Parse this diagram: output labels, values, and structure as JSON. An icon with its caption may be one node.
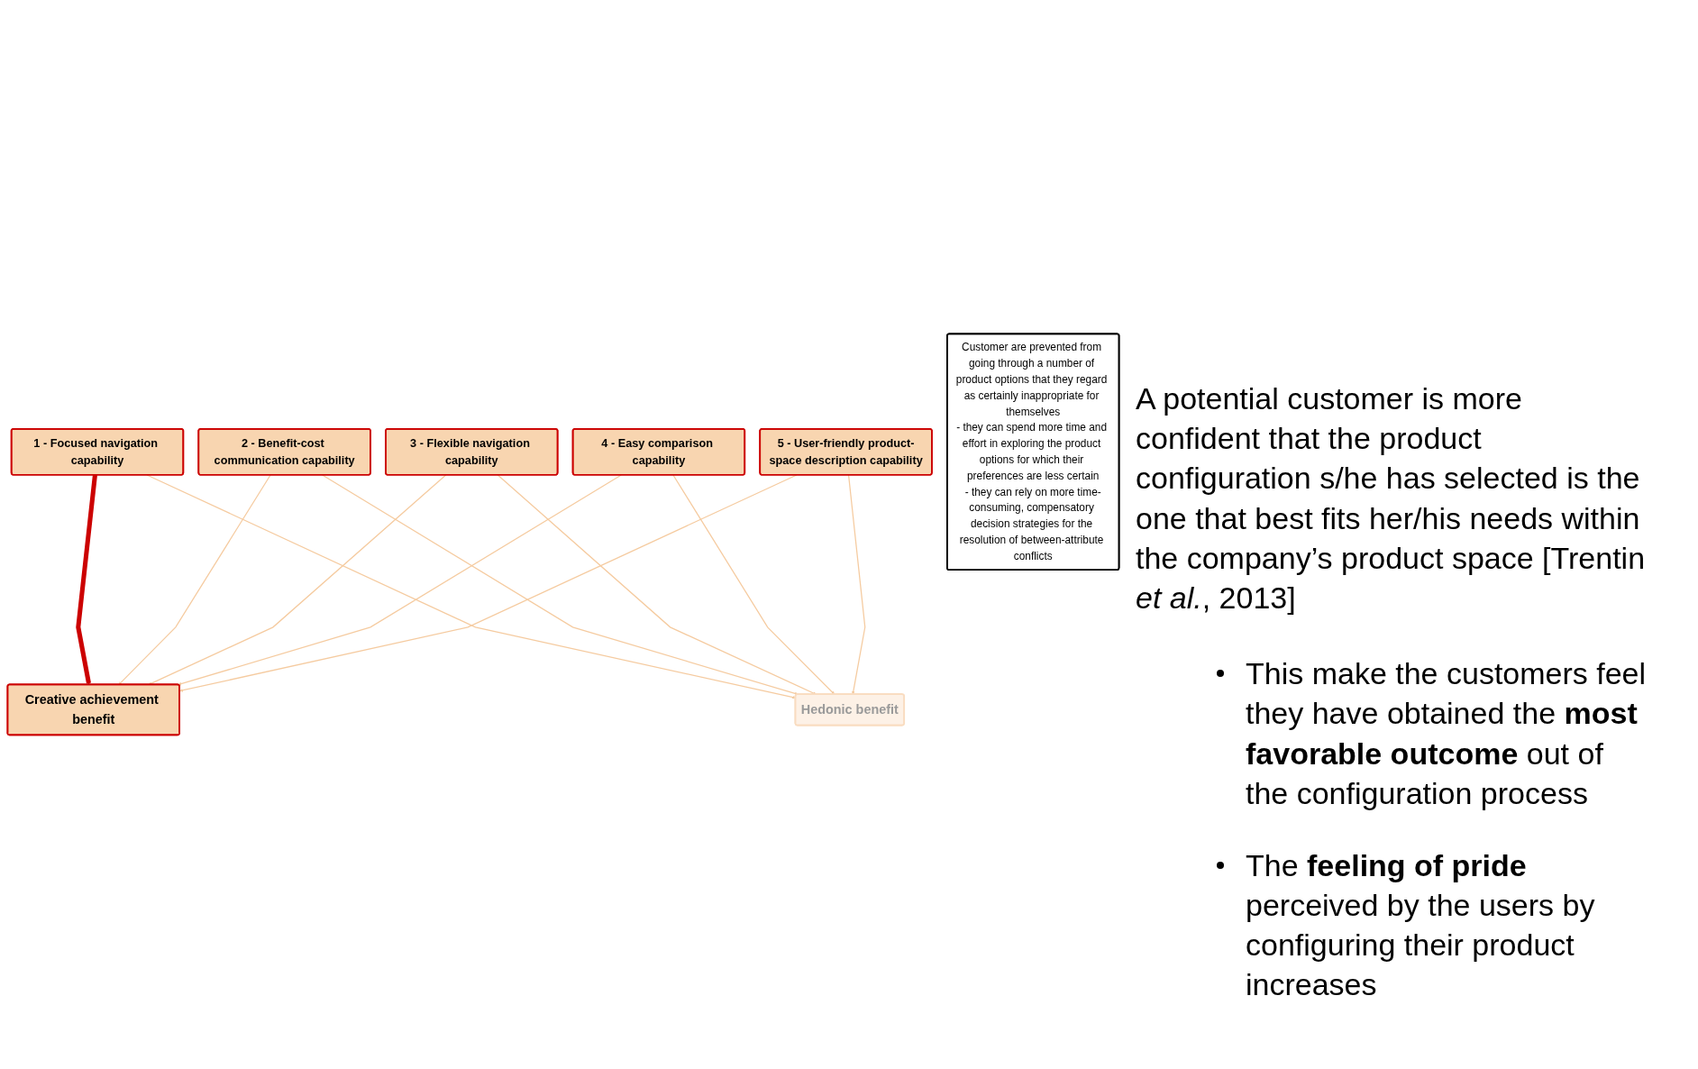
{
  "diagram": {
    "nodes": [
      {
        "text": [
          "1 - Focused navigation capability"
        ]
      },
      {
        "text": [
          "2 - Benefit-cost communication capability"
        ]
      },
      {
        "text": [
          "3 - Flexible navigation capability"
        ]
      },
      {
        "text": [
          "4 - Easy comparison capability"
        ]
      },
      {
        "text": [
          "5 - User-friendly product-space description capability"
        ]
      },
      {
        "text": [
          "Creative achievement benefit"
        ]
      },
      {
        "text": [
          "Hedonic benefit"
        ]
      },
      {
        "text": [
          "Customer are prevented from going through a number of product options that they regard as certainly inappropriate for themselves",
          "- they can spend more time and effort in exploring the product options for which their preferences are less certain",
          "- they can rely on more time-consuming, compensatory decision strategies for the resolution of between-attribute conflicts"
        ]
      }
    ],
    "edges": [
      {
        "from": 0,
        "to": 5,
        "arrow": "to",
        "style": "thick",
        "color": "#cc0000"
      },
      {
        "from": 0,
        "to": 6,
        "arrow": "to"
      },
      {
        "from": 1,
        "to": 5,
        "arrow": "to"
      },
      {
        "from": 1,
        "to": 6,
        "arrow": "to"
      },
      {
        "from": 2,
        "to": 5,
        "arrow": "to"
      },
      {
        "from": 2,
        "to": 6,
        "arrow": "to"
      },
      {
        "from": 3,
        "to": 5,
        "arrow": "to"
      },
      {
        "from": 3,
        "to": 6,
        "arrow": "to"
      },
      {
        "from": 4,
        "to": 5,
        "arrow": "to"
      },
      {
        "from": 4,
        "to": 6,
        "arrow": "to"
      }
    ],
    "labels": [
      "A potential customer is more confident that the product configuration s/he has selected is the one that best fits her/his needs within the company’s product space [Trentin *et al.*, 2013]",
      "This make the customers feel they have obtained the **most favorable outcome** out of the configuration process",
      "The **feeling of pride** perceived by the users by configuring their product increases"
    ]
  }
}
